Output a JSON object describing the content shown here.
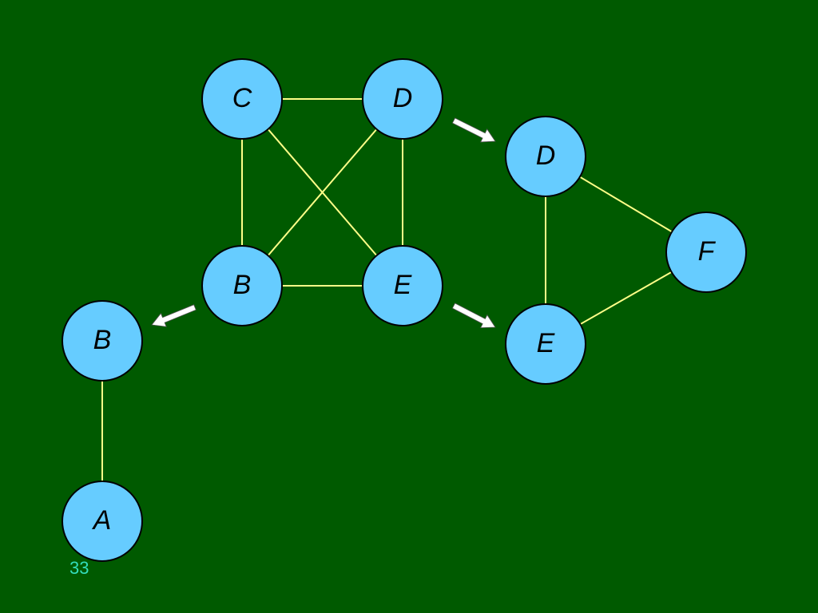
{
  "colors": {
    "background": "#005a00",
    "node_fill": "#66ccff",
    "node_stroke": "#000000",
    "edge": "#ffff88",
    "arrow": "#ffffff",
    "label": "#000000",
    "slide_number": "#33ddbb"
  },
  "slide": {
    "number": "33"
  },
  "graph": {
    "nodes": [
      {
        "id": "c1",
        "label": "C"
      },
      {
        "id": "d1",
        "label": "D"
      },
      {
        "id": "b1",
        "label": "B"
      },
      {
        "id": "e1",
        "label": "E"
      },
      {
        "id": "d2",
        "label": "D"
      },
      {
        "id": "f2",
        "label": "F"
      },
      {
        "id": "e2",
        "label": "E"
      },
      {
        "id": "b3",
        "label": "B"
      },
      {
        "id": "a3",
        "label": "A"
      }
    ],
    "edges": [
      {
        "from": "c1",
        "to": "d1"
      },
      {
        "from": "c1",
        "to": "b1"
      },
      {
        "from": "c1",
        "to": "e1"
      },
      {
        "from": "d1",
        "to": "b1"
      },
      {
        "from": "d1",
        "to": "e1"
      },
      {
        "from": "b1",
        "to": "e1"
      },
      {
        "from": "d2",
        "to": "f2"
      },
      {
        "from": "d2",
        "to": "e2"
      },
      {
        "from": "e2",
        "to": "f2"
      },
      {
        "from": "b3",
        "to": "a3"
      }
    ],
    "arrows": [
      {
        "from": "d1",
        "to": "d2"
      },
      {
        "from": "e1",
        "to": "e2"
      },
      {
        "from": "b1",
        "to": "b3"
      }
    ]
  }
}
